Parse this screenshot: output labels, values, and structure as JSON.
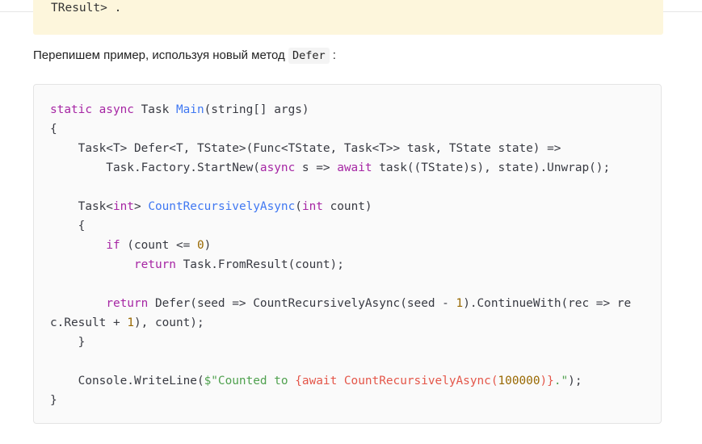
{
  "callout": {
    "clipped_text": "TResult> ."
  },
  "paragraph": {
    "text_before": "Перепишем пример, используя новый метод ",
    "code": "Defer",
    "text_after": " :"
  },
  "code_lines": [
    [
      {
        "t": "static async",
        "c": "kw"
      },
      {
        "t": " Task "
      },
      {
        "t": "Main",
        "c": "fn"
      },
      {
        "t": "(string[] args)"
      }
    ],
    [
      {
        "t": "{"
      }
    ],
    [
      {
        "t": "    Task<T> Defer<T, TState>(Func<TState, Task<T>> task, TState state) =>"
      }
    ],
    [
      {
        "t": "        Task.Factory.StartNew("
      },
      {
        "t": "async",
        "c": "kw"
      },
      {
        "t": " s => "
      },
      {
        "t": "await",
        "c": "kw"
      },
      {
        "t": " task((TState)s), state).Unwrap();"
      }
    ],
    [
      {
        "t": ""
      }
    ],
    [
      {
        "t": "    Task<"
      },
      {
        "t": "int",
        "c": "kw"
      },
      {
        "t": "> "
      },
      {
        "t": "CountRecursivelyAsync",
        "c": "fn"
      },
      {
        "t": "("
      },
      {
        "t": "int",
        "c": "kw"
      },
      {
        "t": " count)"
      }
    ],
    [
      {
        "t": "    {"
      }
    ],
    [
      {
        "t": "        "
      },
      {
        "t": "if",
        "c": "kw"
      },
      {
        "t": " (count <= "
      },
      {
        "t": "0",
        "c": "num"
      },
      {
        "t": ")"
      }
    ],
    [
      {
        "t": "            "
      },
      {
        "t": "return",
        "c": "kw"
      },
      {
        "t": " Task.FromResult(count);"
      }
    ],
    [
      {
        "t": ""
      }
    ],
    [
      {
        "t": "        "
      },
      {
        "t": "return",
        "c": "kw"
      },
      {
        "t": " Defer(seed => CountRecursivelyAsync(seed - "
      },
      {
        "t": "1",
        "c": "num"
      },
      {
        "t": ").ContinueWith(rec => re"
      }
    ],
    [
      {
        "t": "c.Result + "
      },
      {
        "t": "1",
        "c": "num"
      },
      {
        "t": "), count);"
      }
    ],
    [
      {
        "t": "    }"
      }
    ],
    [
      {
        "t": ""
      }
    ],
    [
      {
        "t": "    Console.WriteLine("
      },
      {
        "t": "$\"Counted to ",
        "c": "str"
      },
      {
        "t": "{await CountRecursivelyAsync(",
        "c": "sub"
      },
      {
        "t": "100000",
        "c": "num"
      },
      {
        "t": ")}",
        "c": "sub"
      },
      {
        "t": ".\"",
        "c": "str"
      },
      {
        "t": ");"
      }
    ],
    [
      {
        "t": "}"
      }
    ]
  ],
  "colors": {
    "keyword": "#a626a4",
    "function": "#4078f2",
    "number": "#986801",
    "string": "#50a14f",
    "substitution": "#e45649",
    "plain": "#383a42",
    "callout_bg": "#fdf6dc",
    "code_bg": "#fafafa"
  }
}
